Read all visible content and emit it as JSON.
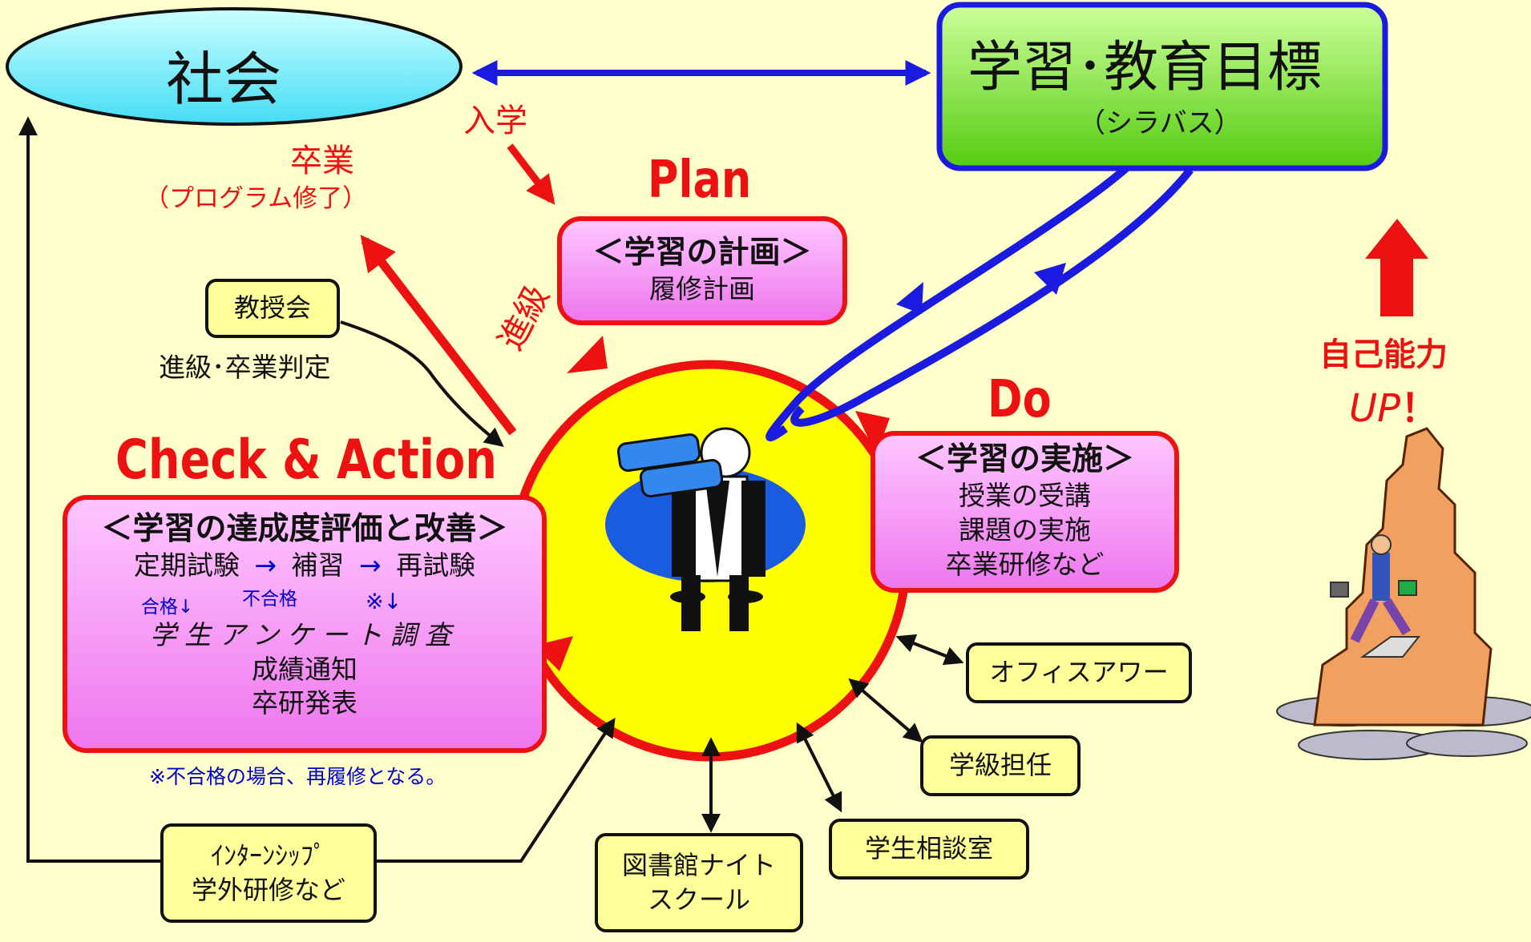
{
  "society": {
    "label": "社会"
  },
  "goal": {
    "title": "学習･教育目標",
    "subtitle": "（シラバス）"
  },
  "labels": {
    "enrollment": "入学",
    "graduation": "卒業",
    "program_completion": "（プログラム修了）",
    "promotion": "進級",
    "self_ability": "自己能力",
    "up": "UP",
    "exclaim": "！"
  },
  "phases": {
    "plan": "Plan",
    "do": "Do",
    "check_action": "Check & Action"
  },
  "plan_box": {
    "heading": "＜学習の計画＞",
    "lines": [
      "履修計画"
    ]
  },
  "do_box": {
    "heading": "＜学習の実施＞",
    "lines": [
      "授業の受講",
      "課題の実施",
      "卒業研修など"
    ]
  },
  "check_box": {
    "heading": "＜学習の達成度評価と改善＞",
    "exam1": "定期試験",
    "arrow": "→",
    "exam2": "補習",
    "exam3": "再試験",
    "pass": "合格↓",
    "fail": "不合格",
    "note_mark": "※↓",
    "survey": "学生アンケート調査",
    "grade_notice": "成績通知",
    "thesis": "卒研発表"
  },
  "footnote": "※不合格の場合、再履修となる。",
  "faculty": {
    "label": "教授会",
    "caption": "進級･卒業判定"
  },
  "supports": {
    "office_hour": "オフィスアワー",
    "homeroom": "学級担任",
    "counseling": "学生相談室",
    "library_line1": "図書館ナイト",
    "library_line2": "スクール",
    "intern_line1": "ｲﾝﾀｰﾝｼｯﾌﾟ",
    "intern_line2": "学外研修など"
  },
  "colors": {
    "background": "#FFFFCC",
    "red": "#EE1111",
    "blue": "#1A1AE0",
    "circle_fill": "#FFFF00",
    "pink": "#EE77EE",
    "goal_green": "#66DD22",
    "society_cyan": "#66EEFF"
  },
  "icons": [
    "binoculars-man-illustration",
    "climbing-man-illustration",
    "up-arrow-icon"
  ]
}
